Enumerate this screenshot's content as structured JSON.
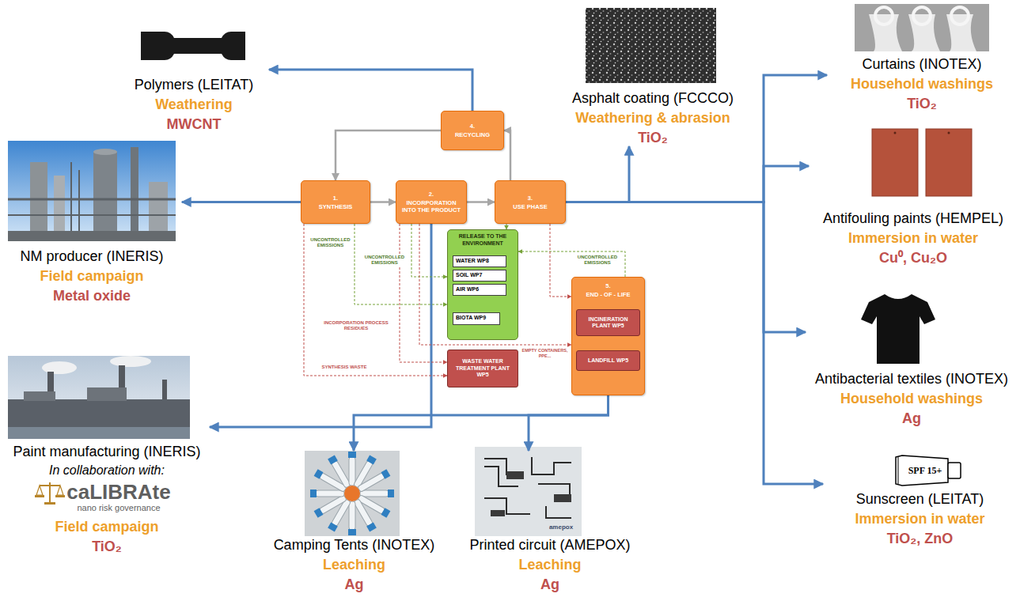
{
  "diagram": {
    "nodes": [
      {
        "text": [
          "Polymers (LEITAT)",
          "Weathering",
          "MWCNT"
        ]
      },
      {
        "text": [
          "4.",
          "RECYCLING"
        ]
      },
      {
        "text": [
          "NM producer (INERIS)",
          "Field campaign",
          "Metal oxide"
        ]
      },
      {
        "text": [
          "1.",
          "SYNTHESIS"
        ]
      },
      {
        "text": [
          "2.",
          "INCORPORATION INTO THE PRODUCT"
        ]
      },
      {
        "text": [
          "3.",
          "USE PHASE"
        ]
      },
      {
        "text": [
          "RELEASE TO THE ENVIRONMENT"
        ]
      },
      {
        "text": [
          "WATER WP8"
        ],
        "in": 6
      },
      {
        "text": [
          "SOIL WP7"
        ],
        "in": 6
      },
      {
        "text": [
          "AIR WP6"
        ],
        "in": 6
      },
      {
        "text": [
          "BIOTA WP9"
        ],
        "in": 6
      },
      {
        "text": [
          "WASTE WATER TREATMENT PLANT WP5"
        ]
      },
      {
        "text": [
          "5.",
          "END - OF - LIFE"
        ]
      },
      {
        "text": [
          "INCINERATION PLANT WP5"
        ],
        "in": 12
      },
      {
        "text": [
          "LANDFILL WP5"
        ],
        "in": 12
      },
      {
        "text": [
          "Asphalt coating (FCCCO)",
          "Weathering & abrasion",
          "TiO₂"
        ]
      },
      {
        "text": [
          "Curtains (INOTEX)",
          "Household washings",
          "TiO₂"
        ]
      },
      {
        "text": [
          "Antifouling paints (HEMPEL)",
          "Immersion in water",
          "Cu⁰, Cu₂O"
        ]
      },
      {
        "text": [
          "Paint manufacturing (INERIS)",
          "In collaboration with:",
          "caLIBRAte",
          "nano risk governance",
          "Field campaign",
          "TiO₂"
        ]
      },
      {
        "text": [
          "Antibacterial textiles (INOTEX)",
          "Household washings",
          "Ag"
        ]
      },
      {
        "text": [
          "Sunscreen (LEITAT)",
          "Immersion in water",
          "TiO₂, ZnO"
        ]
      },
      {
        "text": [
          "Camping Tents (INOTEX)",
          "Leaching",
          "Ag"
        ]
      },
      {
        "text": [
          "Printed circuit (AMEPOX)",
          "Leaching",
          "Ag"
        ]
      }
    ],
    "edges": [
      {
        "from": 1,
        "to": 0,
        "arrow": "to"
      },
      {
        "from": 3,
        "to": 2,
        "arrow": "to"
      },
      {
        "from": 4,
        "to": 18,
        "arrow": "to"
      },
      {
        "from": 5,
        "to": 15,
        "arrow": "to"
      },
      {
        "from": 5,
        "to": 16,
        "arrow": "to"
      },
      {
        "from": 5,
        "to": 17,
        "arrow": "to"
      },
      {
        "from": 5,
        "to": 19,
        "arrow": "to"
      },
      {
        "from": 5,
        "to": 20,
        "arrow": "to"
      },
      {
        "from": 12,
        "to": 21,
        "arrow": "to"
      },
      {
        "from": 12,
        "to": 22,
        "arrow": "to"
      },
      {
        "from": 3,
        "to": 4,
        "arrow": "to"
      },
      {
        "from": 4,
        "to": 5,
        "arrow": "to"
      },
      {
        "from": 5,
        "to": 1,
        "arrow": "to"
      },
      {
        "from": 1,
        "to": 3,
        "arrow": "to"
      },
      {
        "from": 3,
        "to": 6,
        "label": "UNCONTROLLED EMISSIONS",
        "arrow": "to"
      },
      {
        "from": 4,
        "to": 6,
        "label": "UNCONTROLLED EMISSIONS",
        "arrow": "to"
      },
      {
        "from": 12,
        "to": 6,
        "label": "UNCONTROLLED EMISSIONS",
        "arrow": "to"
      },
      {
        "from": 5,
        "to": 6,
        "arrow": "to"
      },
      {
        "from": 3,
        "to": 11,
        "label": "SYNTHESIS WASTE",
        "arrow": "to"
      },
      {
        "from": 4,
        "to": 11,
        "label": "INCORPORATION PROCESS RESIDUES",
        "arrow": "to"
      },
      {
        "from": 4,
        "to": 12,
        "label": "EMPTY CONTAINERS, PPE...",
        "arrow": "to"
      },
      {
        "from": 5,
        "to": 12,
        "arrow": "to"
      }
    ],
    "labels": [
      "SPF 15+",
      "amepox"
    ]
  }
}
